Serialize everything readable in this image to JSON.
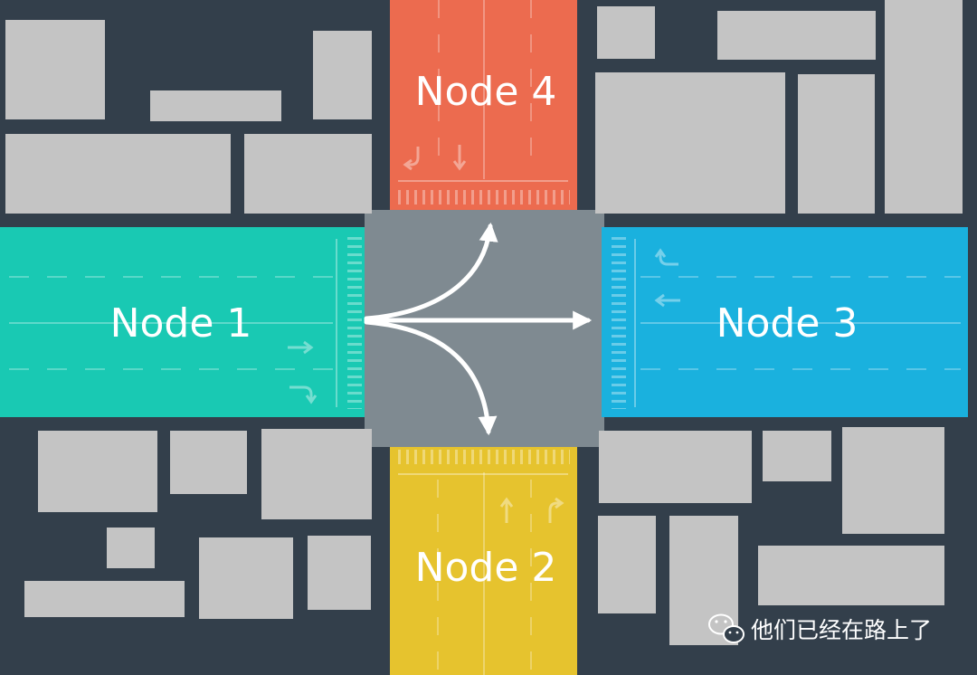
{
  "nodes": {
    "node1": {
      "label": "Node 1",
      "color": "#19c9b3"
    },
    "node2": {
      "label": "Node 2",
      "color": "#e6c32e"
    },
    "node3": {
      "label": "Node 3",
      "color": "#1ab1de"
    },
    "node4": {
      "label": "Node 4",
      "color": "#ec6b4f"
    }
  },
  "colors": {
    "background": "#333f4b",
    "block": "#c4c4c4",
    "intersection": "#7f8a91",
    "arrow": "#ffffff"
  },
  "watermark": {
    "text": "他们已经在路上了",
    "icon": "wechat-icon"
  }
}
